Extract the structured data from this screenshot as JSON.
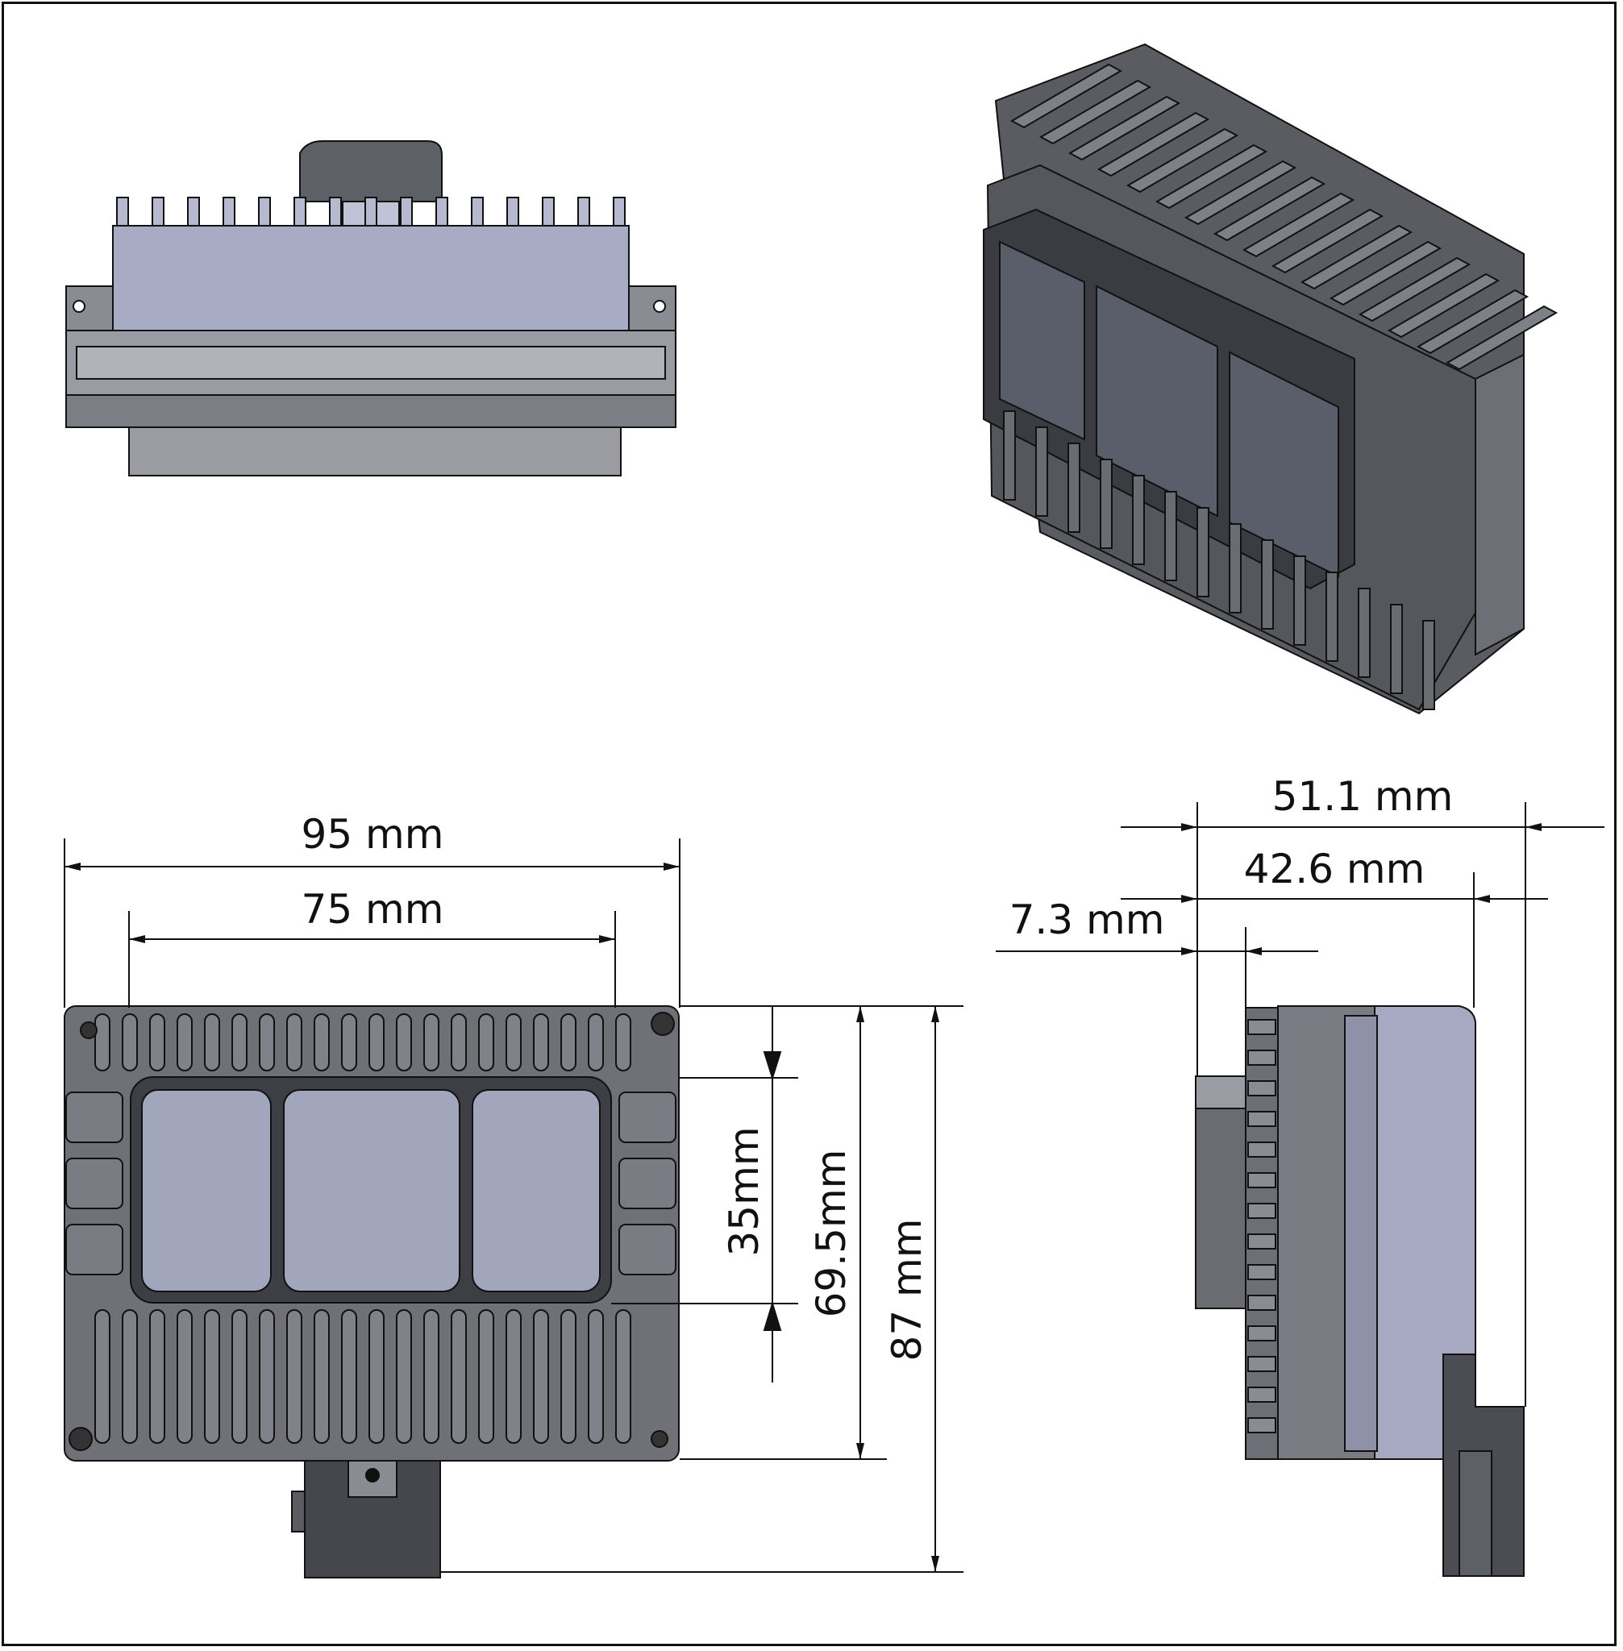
{
  "dimensions": {
    "width_overall": "95 mm",
    "width_inner": "75 mm",
    "height_window": "35mm",
    "height_body": "69.5mm",
    "height_overall": "87 mm",
    "depth_overall": "51.1 mm",
    "depth_body": "42.6 mm",
    "depth_connector": "7.3 mm"
  },
  "colors": {
    "housing": "#6f7176",
    "housing_dark": "#4a4c52",
    "window": "#a2a6bd",
    "window_iso": "#5a5d6a",
    "side_plate": "#a7a9c2",
    "line": "#111111"
  }
}
